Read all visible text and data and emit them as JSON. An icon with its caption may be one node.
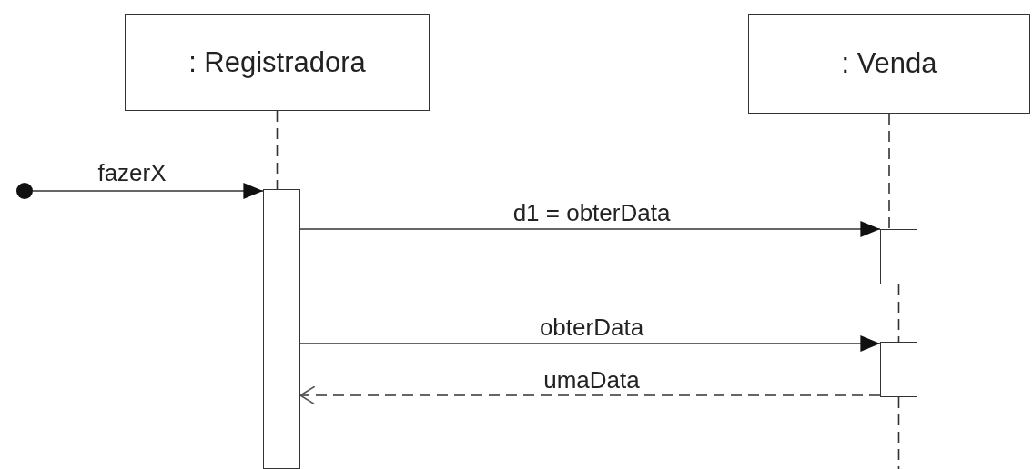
{
  "diagram": {
    "nodes": [
      {
        "text": [
          ": Registradora"
        ]
      },
      {
        "text": [
          ": Venda"
        ]
      },
      {
        "text": [],
        "shape": "circle"
      },
      {
        "text": [],
        "shape": "bar"
      },
      {
        "text": [],
        "shape": "bar"
      },
      {
        "text": [],
        "shape": "bar"
      }
    ],
    "edges": [
      {
        "from": 0,
        "to": 3,
        "arrow": "none",
        "style": "dashed"
      },
      {
        "from": 1,
        "to": 4,
        "arrow": "none",
        "style": "dashed"
      },
      {
        "from": 4,
        "to": 5,
        "arrow": "none",
        "style": "dashed"
      },
      {
        "from": 2,
        "to": 3,
        "arrow": "to",
        "label": "fazerX"
      },
      {
        "from": 3,
        "to": 4,
        "arrow": "to",
        "label": "d1 = obterData"
      },
      {
        "from": 3,
        "to": 5,
        "arrow": "to",
        "label": "obterData"
      },
      {
        "from": 5,
        "to": 3,
        "arrow": "to",
        "label": "umaData",
        "style": "dashed"
      }
    ]
  }
}
